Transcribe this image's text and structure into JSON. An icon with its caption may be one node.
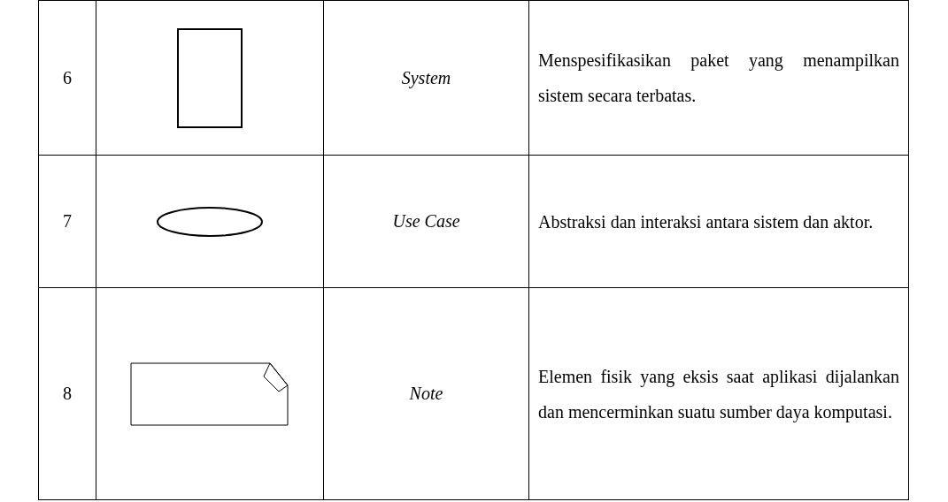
{
  "diagram": {
    "labels": [
      "6",
      "System",
      "Menspesifikasikan paket yang menampilkan sistem secara terbatas.",
      "7",
      "Use Case",
      "Abstraksi dan interaksi antara sistem dan aktor.",
      "8",
      "Note",
      "Elemen fisik yang eksis saat aplikasi dijalankan dan mencerminkan suatu sumber daya komputasi."
    ]
  }
}
